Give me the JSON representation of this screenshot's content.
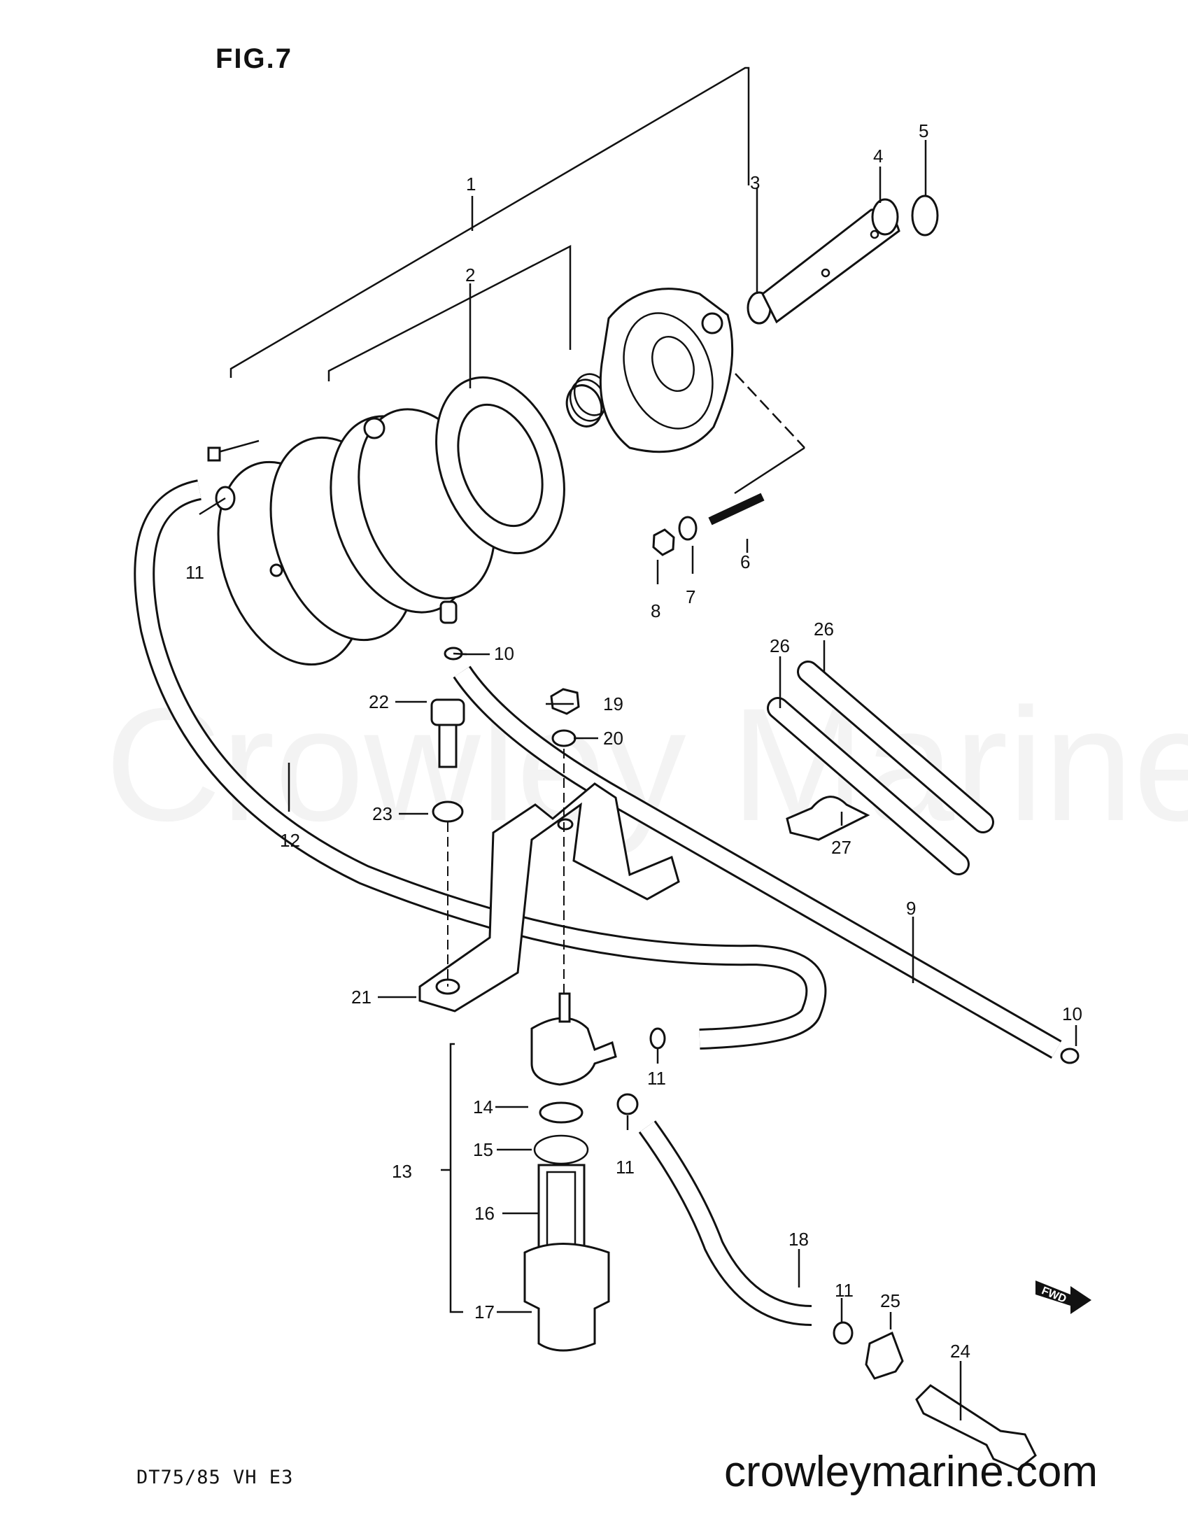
{
  "figure_label": "FIG.7",
  "model_code": "DT75/85 VH E3",
  "website": "crowleymarine.com",
  "watermark": "Crowley Marine",
  "direction_tag": "FWD",
  "callouts": [
    {
      "id": "c1",
      "label": "1"
    },
    {
      "id": "c2",
      "label": "2"
    },
    {
      "id": "c3",
      "label": "3"
    },
    {
      "id": "c4",
      "label": "4"
    },
    {
      "id": "c5",
      "label": "5"
    },
    {
      "id": "c6",
      "label": "6"
    },
    {
      "id": "c7",
      "label": "7"
    },
    {
      "id": "c8",
      "label": "8"
    },
    {
      "id": "c9",
      "label": "9"
    },
    {
      "id": "c10a",
      "label": "10"
    },
    {
      "id": "c10b",
      "label": "10"
    },
    {
      "id": "c11a",
      "label": "11"
    },
    {
      "id": "c11b",
      "label": "11"
    },
    {
      "id": "c11c",
      "label": "11"
    },
    {
      "id": "c11d",
      "label": "11"
    },
    {
      "id": "c12",
      "label": "12"
    },
    {
      "id": "c13",
      "label": "13"
    },
    {
      "id": "c14",
      "label": "14"
    },
    {
      "id": "c15",
      "label": "15"
    },
    {
      "id": "c16",
      "label": "16"
    },
    {
      "id": "c17",
      "label": "17"
    },
    {
      "id": "c18",
      "label": "18"
    },
    {
      "id": "c19",
      "label": "19"
    },
    {
      "id": "c20",
      "label": "20"
    },
    {
      "id": "c21",
      "label": "21"
    },
    {
      "id": "c22",
      "label": "22"
    },
    {
      "id": "c23",
      "label": "23"
    },
    {
      "id": "c24",
      "label": "24"
    },
    {
      "id": "c25",
      "label": "25"
    },
    {
      "id": "c26a",
      "label": "26"
    },
    {
      "id": "c26b",
      "label": "26"
    },
    {
      "id": "c27",
      "label": "27"
    }
  ]
}
